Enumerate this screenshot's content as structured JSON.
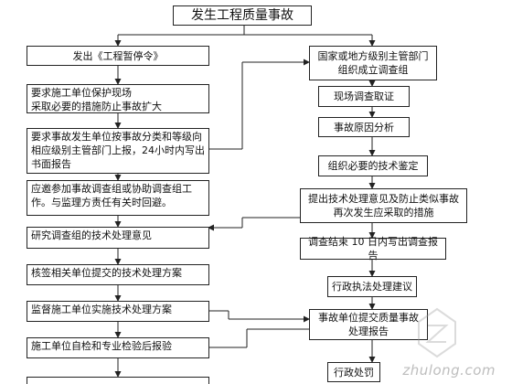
{
  "nodes": {
    "start": "发生工程质量事故",
    "stop_work": "发出《工程暂停令》",
    "protect_site": "要求施工单位保护现场\n采取必要的措施防止事故扩大",
    "report": "要求事故发生单位按事故分类和等级向相应级别主管部门上报，24小时内写出书面报告",
    "assist": "应邀参加事故调查组或协助调查组工作。与监理方责任有关时回避。",
    "study": "研究调查组的技术处理意见",
    "review": "核签相关单位提交的技术处理方案",
    "supervise": "监督施工单位实施技术处理方案",
    "selfcheck": "施工单位自检和专业检验后报验",
    "investigate_group": "国家或地方级别主管部门组织成立调查组",
    "field_survey": "现场调查取证",
    "cause": "事故原因分析",
    "appraisal": "组织必要的技术鉴定",
    "proposal": "提出技术处理意见及防止类似事故再次发生应采取的措施",
    "report10": "调查结束 10 日内写出调查报告",
    "admin_suggest": "行政执法处理建议",
    "quality_report": "事故单位提交质量事故处理报告",
    "penalty": "行政处罚"
  },
  "watermark": "zhulong.com"
}
